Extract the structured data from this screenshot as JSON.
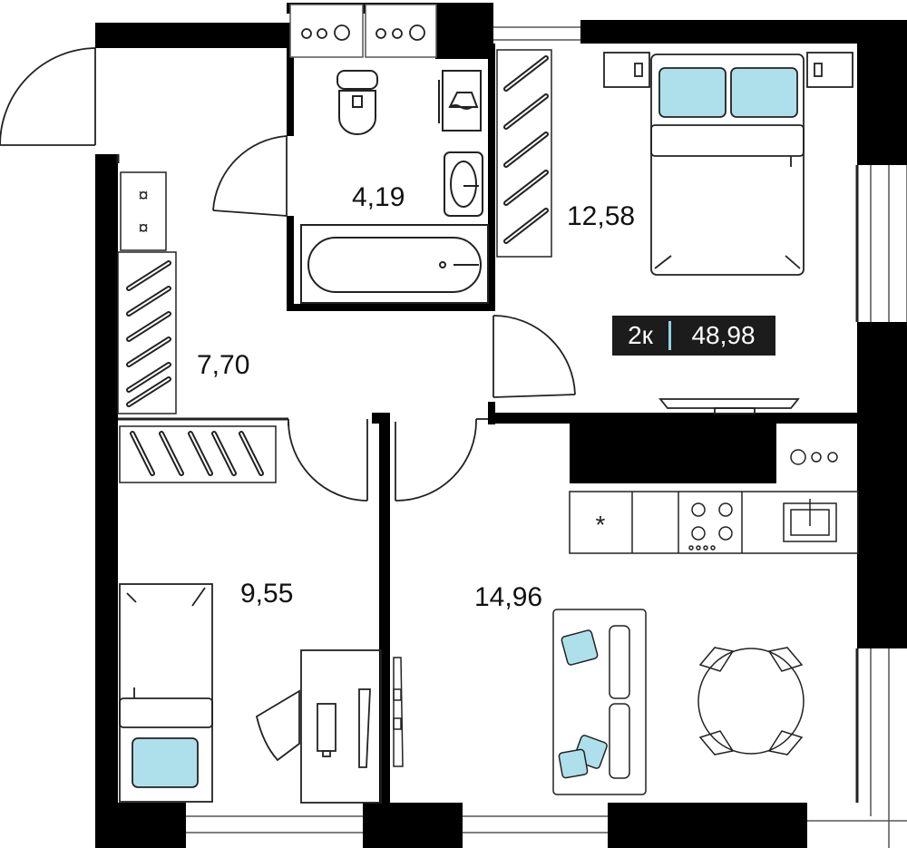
{
  "apartment": {
    "rooms_label": "2к",
    "total_area": "48,98"
  },
  "rooms": {
    "bathroom": "4,19",
    "bedroom": "12,58",
    "hallway": "7,70",
    "kids_room": "9,55",
    "kitchen_living": "14,96"
  },
  "colors": {
    "wall": "#000000",
    "line": "#222222",
    "accent": "#aee0ec",
    "badge_bg": "#1c1c1c"
  }
}
